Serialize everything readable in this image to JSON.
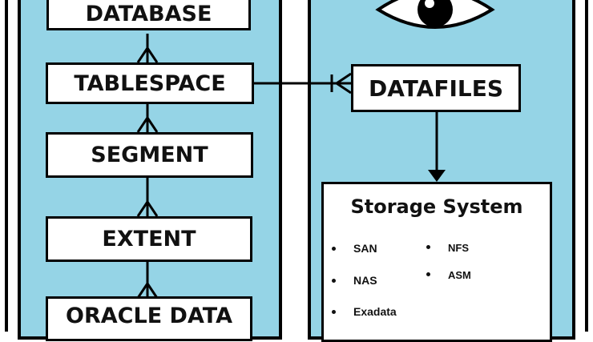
{
  "left_stack": {
    "database": "DATABASE",
    "tablespace": "TABLESPACE",
    "segment": "SEGMENT",
    "extent": "EXTENT",
    "oracle_data": "ORACLE DATA"
  },
  "right_stack": {
    "datafiles": "DATAFILES",
    "storage": {
      "title": "Storage System",
      "items_left": [
        "SAN",
        "NAS",
        "Exadata"
      ],
      "items_right": [
        "NFS",
        "ASM"
      ]
    }
  }
}
